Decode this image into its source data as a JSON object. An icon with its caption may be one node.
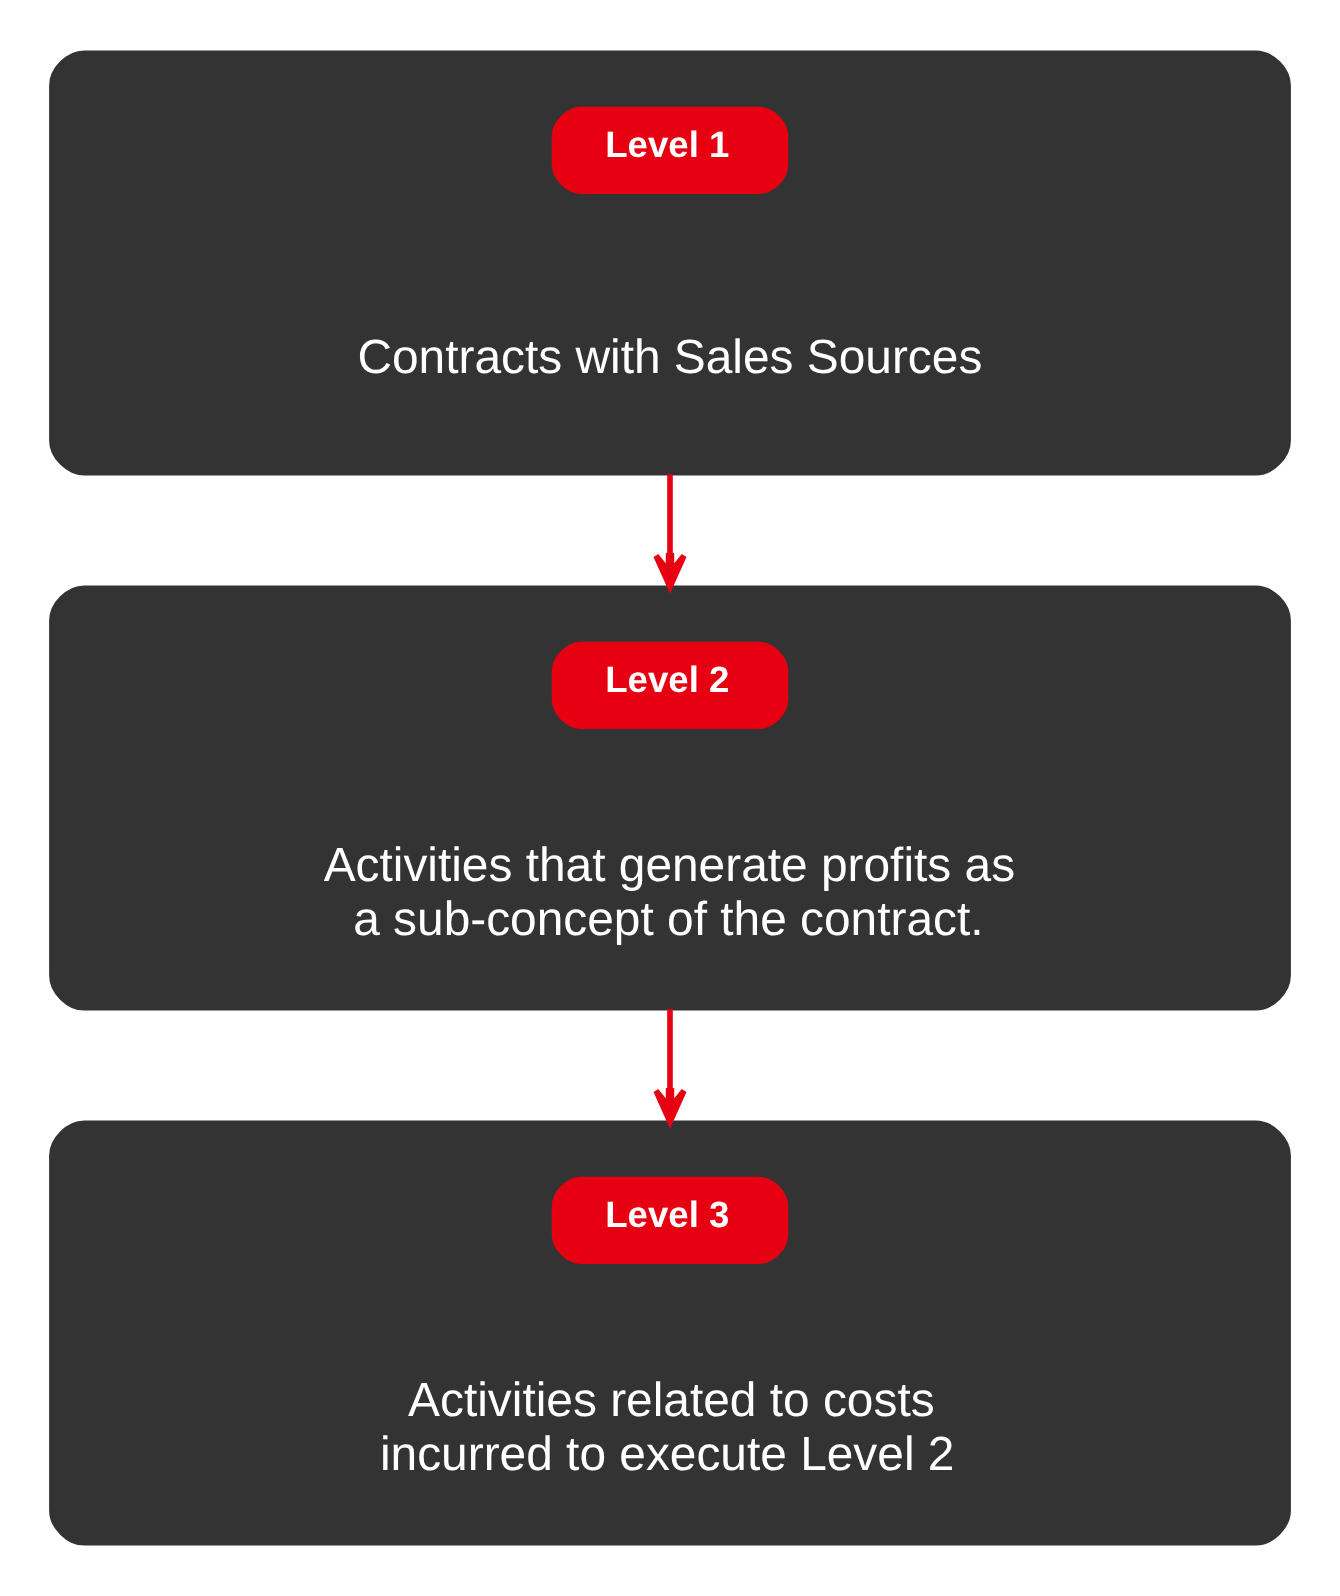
{
  "diagram": {
    "nodes": [
      {
        "text": [
          "Contracts with Sales Sources"
        ]
      },
      {
        "text": [
          "Level 1"
        ],
        "in": 0
      },
      {
        "text": [
          "Activities that generate profits as a sub-concept of the contract."
        ]
      },
      {
        "text": [
          "Level 2"
        ],
        "in": 2
      },
      {
        "text": [
          "Activities related to costs incurred to execute Level 2"
        ]
      },
      {
        "text": [
          "Level 3"
        ],
        "in": 4
      }
    ],
    "edges": [
      {
        "from": 0,
        "to": 2,
        "arrow": "to"
      },
      {
        "from": 2,
        "to": 4,
        "arrow": "to"
      }
    ]
  }
}
